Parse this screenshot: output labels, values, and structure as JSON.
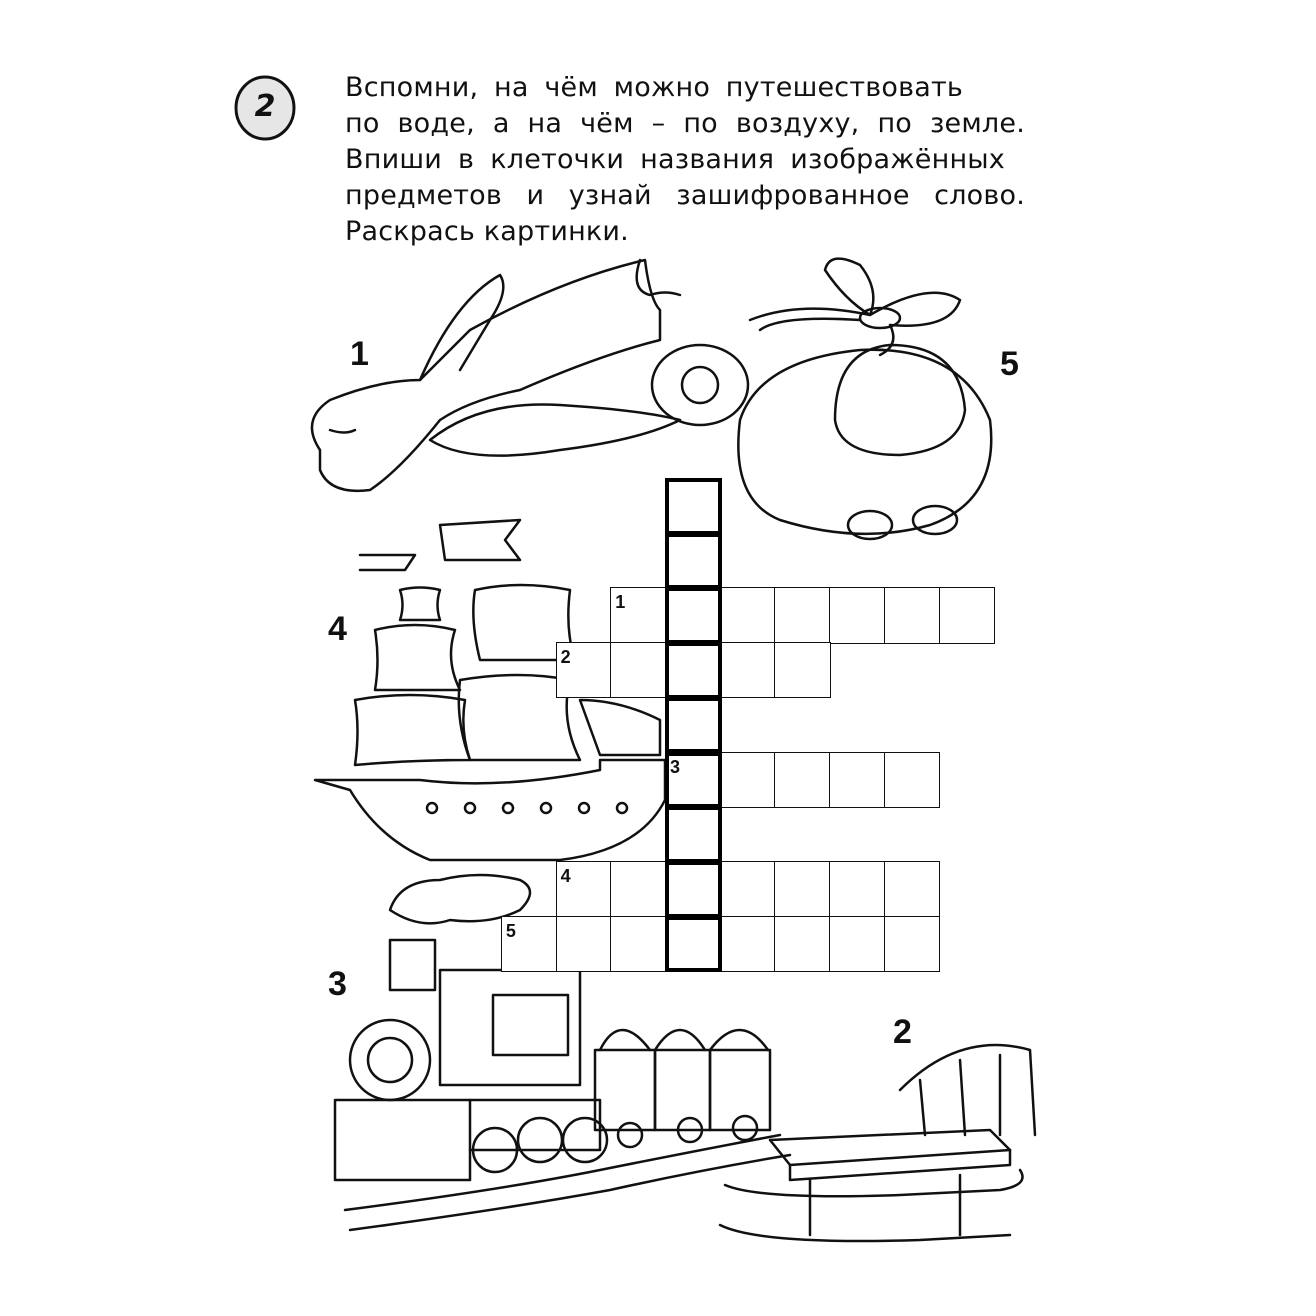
{
  "task": {
    "number": "2"
  },
  "instructions": {
    "lines": [
      "Вспомни, на чём можно путешествовать",
      "по воде, а на чём – по воздуху, по земле.",
      "Впиши в клеточки названия изображённых",
      "предметов и узнай зашифрованное слово.",
      "Раскрась картинки."
    ]
  },
  "pictures": [
    {
      "name": "airplane",
      "number": "1"
    },
    {
      "name": "sled",
      "number": "2"
    },
    {
      "name": "train",
      "number": "3"
    },
    {
      "name": "ship",
      "number": "4"
    },
    {
      "name": "helicopter",
      "number": "5"
    }
  ],
  "crossword": {
    "hidden_word_length": 9,
    "words": [
      {
        "number": "1",
        "length": 7,
        "key_index": 1
      },
      {
        "number": "2",
        "length": 5,
        "key_index": 2
      },
      {
        "number": "3",
        "length": 5,
        "key_index": 0
      },
      {
        "number": "4",
        "length": 7,
        "key_index": 2
      },
      {
        "number": "5",
        "length": 8,
        "key_index": 3
      }
    ]
  }
}
